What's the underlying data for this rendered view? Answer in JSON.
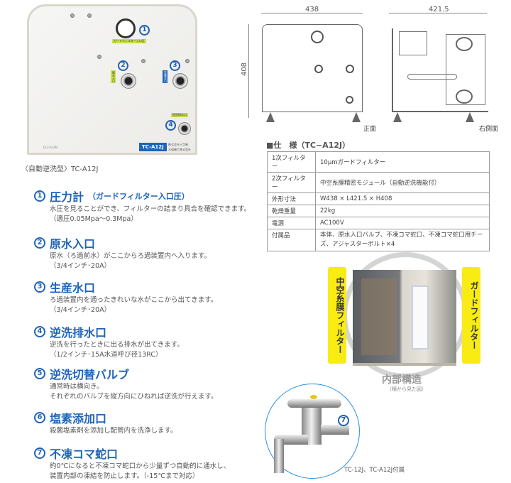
{
  "photo": {
    "labels": [
      "ガードフィルター入口圧",
      "原水入口",
      "生産水口",
      "逆洗排水口"
    ],
    "numbers": [
      "1",
      "2",
      "3",
      "4"
    ],
    "model_badge": "TC-A12J",
    "serial": "E12-A-004",
    "maker_lines": [
      "株式会社十字屋",
      "水道機工株式会社"
    ],
    "caption": "〈自動逆洗型〉TC-A12J"
  },
  "drawing": {
    "width": "438",
    "depth": "421.5",
    "height": "408",
    "front_label": "正面",
    "side_label": "右側面"
  },
  "spec": {
    "title": "■仕　様（TC−A12J）",
    "rows": [
      {
        "k": "1次フィルター",
        "v": "10μmガードフィルター"
      },
      {
        "k": "2次フィルター",
        "v": "中空糸膜精密モジュール（自動逆洗機能付）"
      },
      {
        "k": "外形寸法",
        "v": "W438 × L421.5 × H408"
      },
      {
        "k": "乾燥重量",
        "v": "22kg"
      },
      {
        "k": "電源",
        "v": "AC100V"
      },
      {
        "k": "付属品",
        "v": "本体、原水入口バルブ、不凍コマ蛇口、不凍コマ蛇口用チーズ、アジャスターボルト×4"
      }
    ]
  },
  "features": [
    {
      "num": "1",
      "title": "圧力計",
      "sub": "（ガードフィルター入口圧）",
      "desc": [
        "水圧を見ることができ、フィルターの詰まり具合を確認できます。",
        "（適圧0.05Mpa〜0.3Mpa）"
      ]
    },
    {
      "num": "2",
      "title": "原水入口",
      "sub": "",
      "desc": [
        "原水（ろ過前水）がここからろ過装置内へ入ります。",
        "（3/4インチ･20A）"
      ]
    },
    {
      "num": "3",
      "title": "生産水口",
      "sub": "",
      "desc": [
        "ろ過装置内を通ったきれいな水がここから出てきます。",
        "（3/4インチ･20A）"
      ]
    },
    {
      "num": "4",
      "title": "逆洗排水口",
      "sub": "",
      "desc": [
        "逆洗を行ったときに出る排水が出てきます。",
        "（1/2インチ･15A水道呼び径13RC）"
      ]
    },
    {
      "num": "5",
      "title": "逆洗切替バルブ",
      "sub": "",
      "desc": [
        "通常時は横向き。",
        "それぞれのバルブを縦方向にひねれば逆洗が行えます。"
      ]
    },
    {
      "num": "6",
      "title": "塩素添加口",
      "sub": "",
      "desc": [
        "殺菌塩素剤を添加し配管内を洗浄します。"
      ]
    },
    {
      "num": "7",
      "title": "不凍コマ蛇口",
      "sub": "",
      "desc": [
        "約0℃になると不凍コマ蛇口から少量ずつ自動的に通水し、",
        "装置内部の凍結を防止します。（-15℃まで対応）"
      ]
    }
  ],
  "inner": {
    "left_label": "中空糸膜フィルター",
    "right_label": "ガードフィルター",
    "title": "内部構造",
    "subtitle": "（横から見た図）"
  },
  "faucet": {
    "number": "7",
    "caption": "TC-12J、TC-A12J付属"
  },
  "colors": {
    "accent": "#1f64b8",
    "yellow": "#f8ec12",
    "tag_green": "#c8e04a"
  }
}
